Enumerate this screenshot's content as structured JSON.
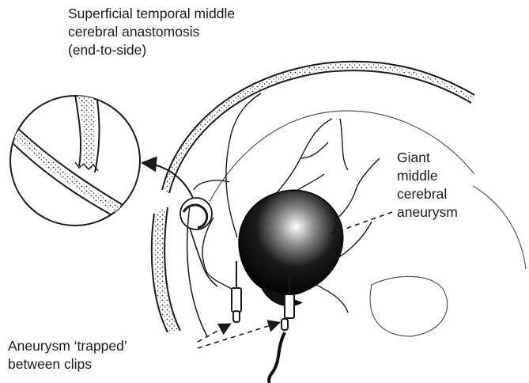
{
  "labels": {
    "anastomosis": [
      "Superficial temporal middle",
      "cerebral anastomosis",
      "(end-to-side)"
    ],
    "giant_aneurysm": [
      "Giant",
      "middle",
      "cerebral",
      "aneurysm"
    ],
    "trapped": [
      "Aneurysm ‘trapped’",
      "between clips"
    ]
  },
  "colors": {
    "ink": "#1a1a1a",
    "paper": "#ffffff"
  }
}
